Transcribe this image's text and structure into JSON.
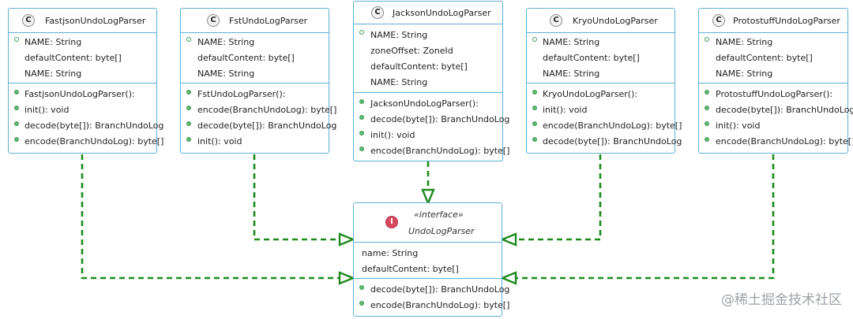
{
  "diagram": {
    "classes": [
      {
        "name": "FastjsonUndoLogParser",
        "badge": "C",
        "fields": [
          {
            "text": "NAME: String",
            "marker": "hollow"
          },
          {
            "text": "defaultContent: byte[]",
            "marker": "none"
          },
          {
            "text": "NAME: String",
            "marker": "none"
          }
        ],
        "methods": [
          "FastjsonUndoLogParser():",
          "init(): void",
          "decode(byte[]): BranchUndoLog",
          "encode(BranchUndoLog): byte[]"
        ]
      },
      {
        "name": "FstUndoLogParser",
        "badge": "C",
        "fields": [
          {
            "text": "NAME: String",
            "marker": "hollow"
          },
          {
            "text": "defaultContent: byte[]",
            "marker": "none"
          },
          {
            "text": "NAME: String",
            "marker": "none"
          }
        ],
        "methods": [
          "FstUndoLogParser():",
          "encode(BranchUndoLog): byte[]",
          "decode(byte[]): BranchUndoLog",
          "init(): void"
        ]
      },
      {
        "name": "JacksonUndoLogParser",
        "badge": "C",
        "fields": [
          {
            "text": "NAME: String",
            "marker": "hollow"
          },
          {
            "text": "zoneOffset: ZoneId",
            "marker": "none"
          },
          {
            "text": "defaultContent: byte[]",
            "marker": "none"
          },
          {
            "text": "NAME: String",
            "marker": "none"
          }
        ],
        "methods": [
          "JacksonUndoLogParser():",
          "decode(byte[]): BranchUndoLog",
          "init(): void",
          "encode(BranchUndoLog): byte[]"
        ]
      },
      {
        "name": "KryoUndoLogParser",
        "badge": "C",
        "fields": [
          {
            "text": "NAME: String",
            "marker": "hollow"
          },
          {
            "text": "defaultContent: byte[]",
            "marker": "none"
          },
          {
            "text": "NAME: String",
            "marker": "none"
          }
        ],
        "methods": [
          "KryoUndoLogParser():",
          "init(): void",
          "encode(BranchUndoLog): byte[]",
          "decode(byte[]): BranchUndoLog"
        ]
      },
      {
        "name": "ProtostuffUndoLogParser",
        "badge": "C",
        "fields": [
          {
            "text": "NAME: String",
            "marker": "hollow"
          },
          {
            "text": "defaultContent: byte[]",
            "marker": "none"
          },
          {
            "text": "NAME: String",
            "marker": "none"
          }
        ],
        "methods": [
          "ProtostuffUndoLogParser():",
          "decode(byte[]): BranchUndoLog",
          "init(): void",
          "encode(BranchUndoLog): byte[]"
        ]
      }
    ],
    "interface": {
      "stereotype": "«interface»",
      "name": "UndoLogParser",
      "badge": "I",
      "fields": [
        {
          "text": "name: String",
          "marker": "none"
        },
        {
          "text": "defaultContent: byte[]",
          "marker": "none"
        }
      ],
      "methods": [
        "decode(byte[]): BranchUndoLog",
        "encode(BranchUndoLog): byte[]"
      ]
    },
    "relationship": "realization",
    "colors": {
      "border": "#5fb0d6",
      "connector": "#1e8a1e",
      "interface_badge": "#d8495d",
      "method_marker": "#61b86f"
    }
  },
  "watermark": "@稀土掘金技术社区"
}
